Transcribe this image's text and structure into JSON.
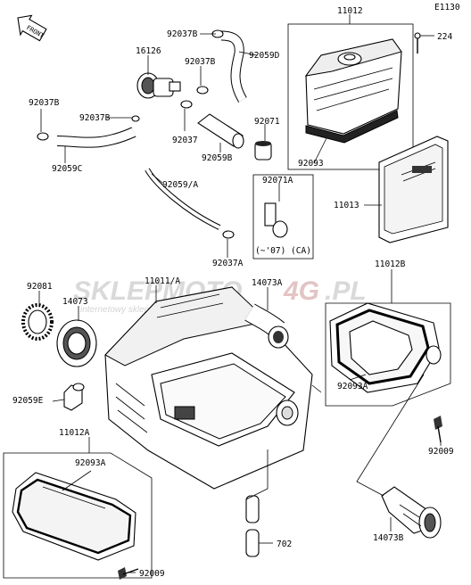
{
  "diagram": {
    "code": "E1130",
    "front_label": "FRONT",
    "watermark": {
      "brand_a": "SKLEPMOTO",
      "brand_b": "4G",
      "domain": ".PL",
      "subtitle": "internetowy sklep motocyklowy"
    },
    "labels": {
      "p11012": "11012",
      "p224": "224",
      "p92037B_top": "92037B",
      "p16126": "16126",
      "p92059D": "92059D",
      "p92037B_mid": "92037B",
      "p92037B_left": "92037B",
      "p92037B_left2": "92037B",
      "p92037": "92037",
      "p92071": "92071",
      "p92093": "92093",
      "p92059C": "92059C",
      "p92059B": "92059B",
      "p92059A": "92059/A",
      "p92071A": "92071A",
      "p11013": "11013",
      "p07note": "(~'07) (CA)",
      "p92037A": "92037A",
      "p11012B": "11012B",
      "p92081": "92081",
      "p11011A": "11011/A",
      "p14073A": "14073A",
      "p14073": "14073",
      "p92093A_right": "92093A",
      "p92059E": "92059E",
      "p92009_right": "92009",
      "p11012A": "11012A",
      "p92093A_left": "92093A",
      "p702": "702",
      "p14073B": "14073B",
      "p92009_bottom": "92009"
    }
  }
}
